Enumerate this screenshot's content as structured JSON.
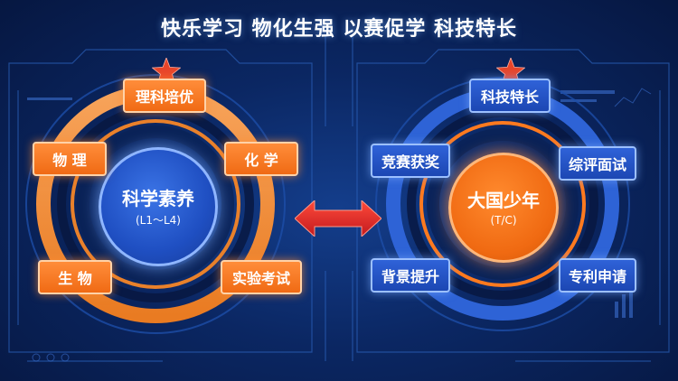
{
  "title": "快乐学习  物化生强  以赛促学  科技特长",
  "colors": {
    "orange": "#f06a14",
    "blue": "#1f4fc2",
    "background": "#0b2763",
    "arrow": "#e0282a",
    "star": "#e8452a"
  },
  "left_cluster": {
    "center_title": "科学素养",
    "center_sub": "(L1～L4)",
    "nodes": {
      "top": "理科培优",
      "upper_left": "物 理",
      "upper_right": "化 学",
      "lower_left": "生 物",
      "lower_right": "实验考试"
    }
  },
  "right_cluster": {
    "center_title": "大国少年",
    "center_sub": "(T/C)",
    "nodes": {
      "top": "科技特长",
      "upper_left": "竞赛获奖",
      "upper_right": "综评面试",
      "lower_left": "背景提升",
      "lower_right": "专利申请"
    }
  },
  "connector": "double-arrow-icon",
  "markers": "star-icon"
}
